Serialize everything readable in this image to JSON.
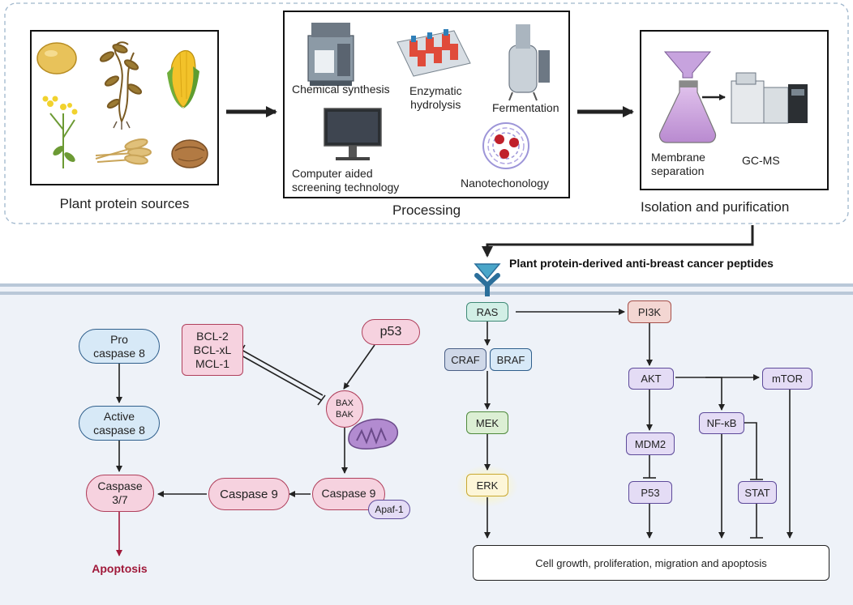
{
  "top_panel": {
    "sources_caption": "Plant protein sources",
    "processing_caption": "Processing",
    "isolation_caption": "Isolation and purification",
    "processing_items": {
      "chemical": "Chemical synthesis",
      "enzymatic": "Enzymatic\nhydrolysis",
      "fermentation": "Fermentation",
      "computer": "Computer aided\nscreening technology",
      "nano": "Nanotechonology"
    },
    "isolation_items": {
      "membrane": "Membrane\nseparation",
      "gcms": "GC-MS"
    }
  },
  "peptides_label": "Plant protein-derived anti-breast cancer peptides",
  "apoptosis_path": {
    "pro_caspase8": "Pro\ncaspase 8",
    "active_caspase8": "Active\ncaspase 8",
    "caspase37": "Caspase\n3/7",
    "apoptosis": "Apoptosis",
    "bcl": "BCL-2\nBCL-xL\nMCL-1",
    "p53": "p53",
    "baxbak": "BAX\nBAK",
    "caspase9_a": "Caspase 9",
    "caspase9_b": "Caspase 9",
    "apaf": "Apaf-1"
  },
  "signaling": {
    "ras": "RAS",
    "craf": "CRAF",
    "braf": "BRAF",
    "mek": "MEK",
    "erk": "ERK",
    "pi3k": "PI3K",
    "akt": "AKT",
    "mtor": "mTOR",
    "mdm2": "MDM2",
    "nfkb": "NF-κB",
    "p53": "P53",
    "stat": "STAT",
    "outcome": "Cell growth, proliferation, migration and apoptosis"
  },
  "colors": {
    "apoptosis_text": "#a0193a",
    "pink_fill": "#f6d2df",
    "pink_stroke": "#b0405c",
    "blue_fill": "#d7e9f7",
    "blue_stroke": "#2f5f8c",
    "purple_fill": "#e4dcf5",
    "purple_stroke": "#5d4a9a",
    "green_fill": "#dcefd4",
    "green_stroke": "#4f8a3c",
    "teal_fill": "#d2efe6",
    "teal_stroke": "#3f8a77",
    "receptor": "#2b6f9b"
  }
}
